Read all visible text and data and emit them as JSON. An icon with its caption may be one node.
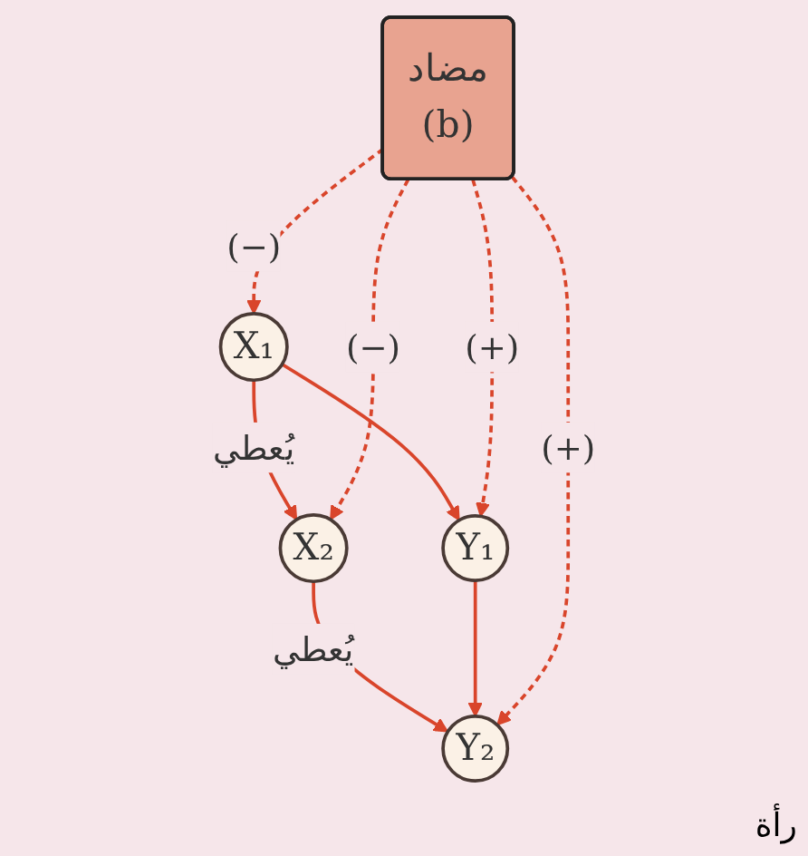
{
  "diagram": {
    "nodes": [
      {
        "text": [
          "X₁"
        ]
      },
      {
        "text": [
          "X₂"
        ]
      },
      {
        "text": [
          "مضاد",
          "(b)"
        ]
      },
      {
        "text": [
          "Y₁"
        ]
      },
      {
        "text": [
          "Y₂"
        ]
      }
    ],
    "edges": [
      {
        "from": 0,
        "to": 1,
        "arrow": "to",
        "label": "يُعطي"
      },
      {
        "from": 0,
        "to": 3,
        "arrow": "to"
      },
      {
        "from": 1,
        "to": 4,
        "arrow": "to",
        "label": "يُعطي"
      },
      {
        "from": 3,
        "to": 4,
        "arrow": "to"
      },
      {
        "from": 2,
        "to": 0,
        "arrow": "to",
        "label": "(−)",
        "style": "dashed"
      },
      {
        "from": 2,
        "to": 1,
        "arrow": "to",
        "label": "(−)",
        "style": "dashed"
      },
      {
        "from": 2,
        "to": 3,
        "arrow": "to",
        "label": "(+)",
        "style": "dashed"
      },
      {
        "from": 2,
        "to": 4,
        "arrow": "to",
        "label": "(+)",
        "style": "dashed"
      }
    ],
    "labels": [
      "رأة"
    ]
  }
}
